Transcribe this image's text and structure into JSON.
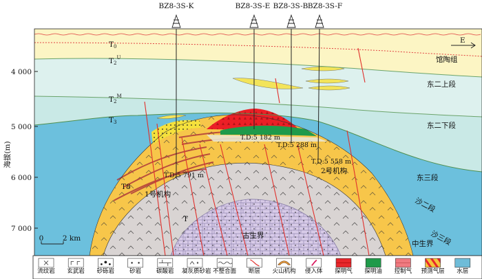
{
  "wells": [
    {
      "name": "BZ8-3S-K",
      "td": "T.D:5 791 m"
    },
    {
      "name": "BZ8-3S-E",
      "td": "T.D:5 182 m"
    },
    {
      "name": "BZ8-3S-B",
      "td": "T.D:5 288 m"
    },
    {
      "name": "BZ8-3S-F",
      "td": "T.D:5 558 m"
    }
  ],
  "axis": {
    "ylabel": "海拔(m)",
    "ticks": [
      "4 000",
      "5 000",
      "6 000",
      "7 000"
    ]
  },
  "direction": "E",
  "scale_bar": {
    "start": "0",
    "end": "2 km"
  },
  "horizons": {
    "t0": "T",
    "t0_sub": "0",
    "t2u": "T",
    "t2u_sub": "2",
    "t2u_sup": "U",
    "t2m": "T",
    "t2m_sub": "2",
    "t2m_sup": "M",
    "t3": "T",
    "t3_sub": "3",
    "t8": "T8",
    "tg": "T"
  },
  "formations": {
    "guantao": "馆陶组",
    "dong2_upper": "东二上段",
    "dong2_lower": "东二下段",
    "dong3": "东三段",
    "sha2": "沙二段",
    "sha3": "沙三段",
    "mesozoic": "中生界",
    "paleozoic": "古生界"
  },
  "volcanic": {
    "edifice1": "1号机构",
    "edifice2": "2号机构"
  },
  "legend": [
    {
      "label": "流纹岩",
      "icon": "rhyolite-pattern"
    },
    {
      "label": "玄武岩",
      "icon": "basalt-pattern"
    },
    {
      "label": "砂砾岩",
      "icon": "glutenite-pattern"
    },
    {
      "label": "砂岩",
      "icon": "sandstone-pattern"
    },
    {
      "label": "碳酸岩",
      "icon": "carbonate-pattern"
    },
    {
      "label": "凝灰质砂岩",
      "icon": "tuffaceous-sandstone-pattern"
    },
    {
      "label": "不整合面",
      "icon": "unconformity-line"
    },
    {
      "label": "断层",
      "icon": "fault-line"
    },
    {
      "label": "火山机构",
      "icon": "volcanic-edifice-symbol"
    },
    {
      "label": "侵入体",
      "icon": "intrusion-symbol"
    },
    {
      "label": "探明气",
      "icon": "proven-gas-swatch",
      "color": "#e8262b"
    },
    {
      "label": "探明油",
      "icon": "proven-oil-swatch",
      "color": "#1f9a4a"
    },
    {
      "label": "控制气",
      "icon": "controlled-gas-swatch",
      "color": "#f07a80"
    },
    {
      "label": "预测气层",
      "icon": "predicted-gas-swatch",
      "color": "#f6c33a"
    },
    {
      "label": "水层",
      "icon": "water-layer-swatch",
      "color": "#6fbcd8"
    }
  ],
  "colors": {
    "guantao": "#fcf5c4",
    "dongying_upper": "#ddf1ee",
    "dongying_lower": "#c9e9e6",
    "sha_basin": "#6cc0dd",
    "volcanic_yellow": "#f7c64a",
    "mesozoic_grey": "#d9d4d3",
    "paleozoic_purple": "#d8cbe8",
    "proven_gas": "#e8262b",
    "proven_oil": "#1f9a4a",
    "fault": "#e0302c"
  }
}
